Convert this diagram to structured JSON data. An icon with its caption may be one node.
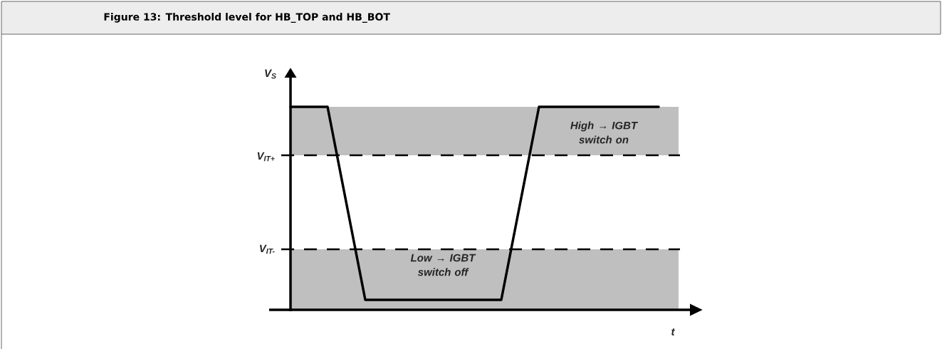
{
  "diagram": {
    "title": "Figure 13: Threshold level for HB_TOP and HB_BOT",
    "labels": [
      "V$_{S}$",
      "V$_{IT+}$",
      "V$_{IT-}$",
      "High → IGBT switch on",
      "Low → IGBT switch off",
      "t"
    ]
  }
}
